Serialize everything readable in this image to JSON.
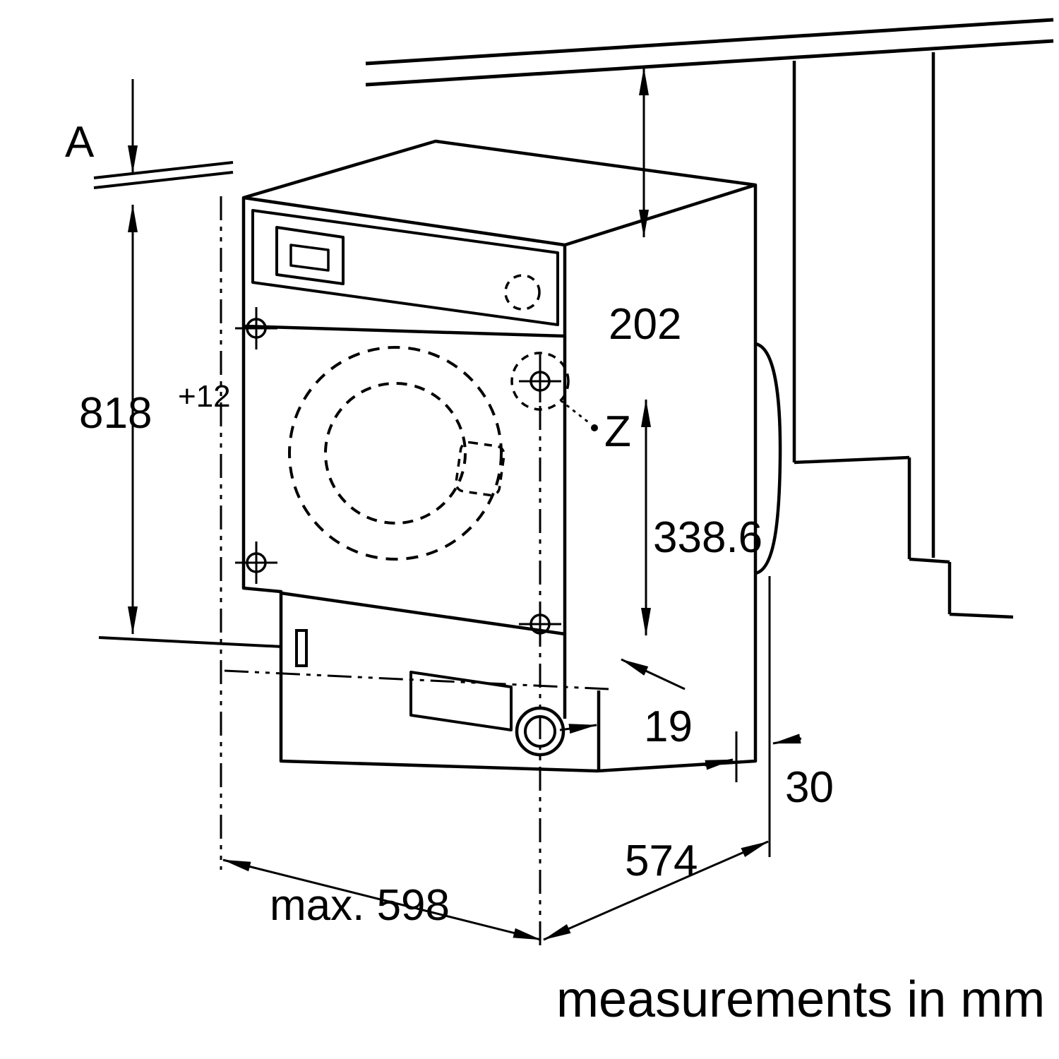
{
  "labels": {
    "a": "A",
    "height": "818",
    "height_tolerance": "+12",
    "worktop_clearance": "202",
    "z": "Z",
    "hinge_height": "338.6",
    "front_offset": "19",
    "door_clearance": "30",
    "depth": "574",
    "max_width": "max. 598",
    "units_note": "measurements in mm"
  },
  "colors": {
    "line": "#000000",
    "background": "#ffffff"
  }
}
